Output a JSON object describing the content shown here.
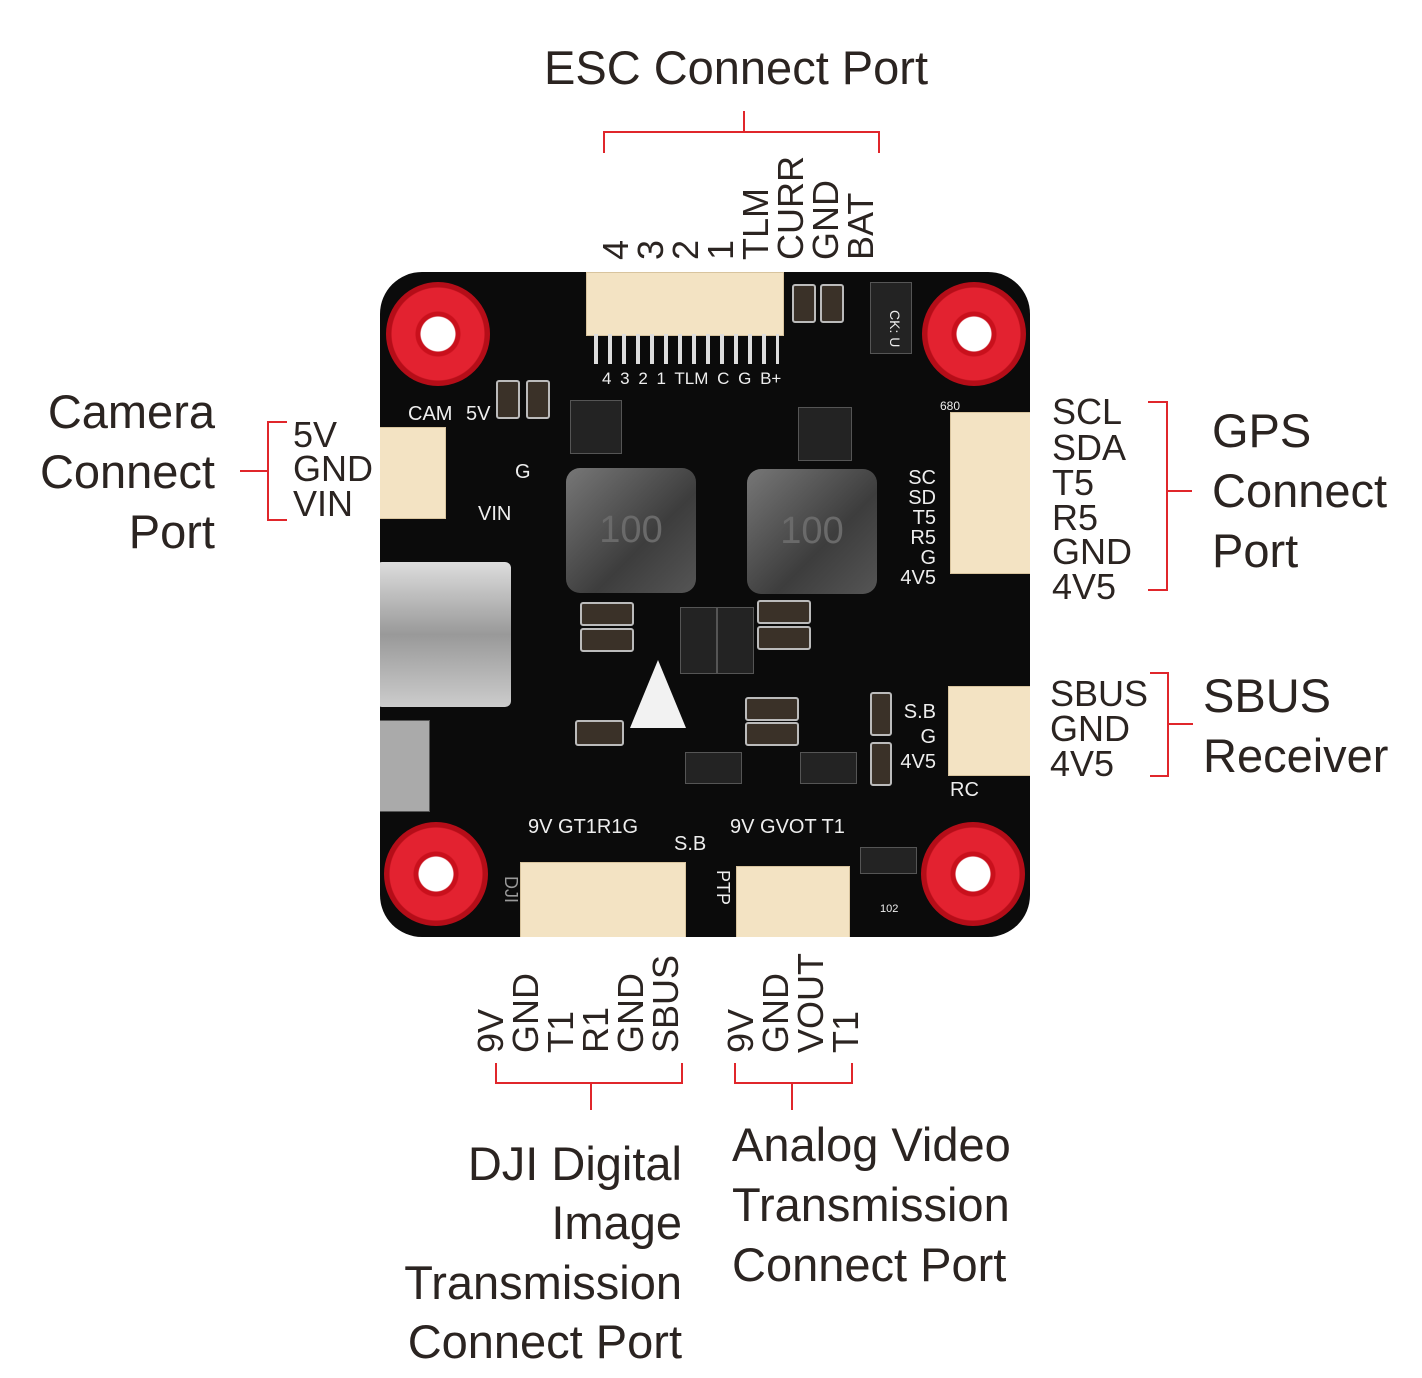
{
  "esc": {
    "title": "ESC Connect Port",
    "pins": [
      "4",
      "3",
      "2",
      "1",
      "TLM",
      "CURR",
      "GND",
      "BAT"
    ]
  },
  "camera": {
    "title_lines": [
      "Camera",
      "Connect",
      "Port"
    ],
    "pins": [
      "5V",
      "GND",
      "VIN"
    ]
  },
  "gps": {
    "title_lines": [
      "GPS",
      "Connect",
      "Port"
    ],
    "pins": [
      "SCL",
      "SDA",
      "T5",
      "R5",
      "GND",
      "4V5"
    ]
  },
  "sbus": {
    "title_lines": [
      "SBUS",
      "Receiver"
    ],
    "pins": [
      "SBUS",
      "GND",
      "4V5"
    ]
  },
  "dji": {
    "title_lines": [
      "DJI Digital",
      "Image",
      "Transmission",
      "Connect Port"
    ],
    "pins": [
      "9V",
      "GND",
      "T1",
      "R1",
      "GND",
      "SBUS"
    ]
  },
  "analog": {
    "title_lines": [
      "Analog Video",
      "Transmission",
      "Connect Port"
    ],
    "pins": [
      "9V",
      "GND",
      "VOUT",
      "T1"
    ]
  },
  "board": {
    "inductor_label": "100",
    "silk": {
      "cam": "CAM",
      "cam_5v": "5V",
      "cam_g": "G",
      "cam_vin": "VIN",
      "esc": "4 3 2 1 TLM C G B+",
      "gps": "SC SD T5 R5 G 4V5",
      "rc": "RC",
      "sbus": "S.B G 4V5",
      "dji": "9V GT1R1G",
      "dji_sb": "S.B",
      "dji_name": "DJI",
      "vtx": "9V GVOT T1",
      "ptp": "PTP",
      "ck": "CK: U",
      "r680": "680",
      "r102": "102"
    }
  },
  "colors": {
    "accent": "#e0262b",
    "board": "#0b0b0b",
    "connector": "#f3e3c3",
    "mount": "#e32230"
  }
}
